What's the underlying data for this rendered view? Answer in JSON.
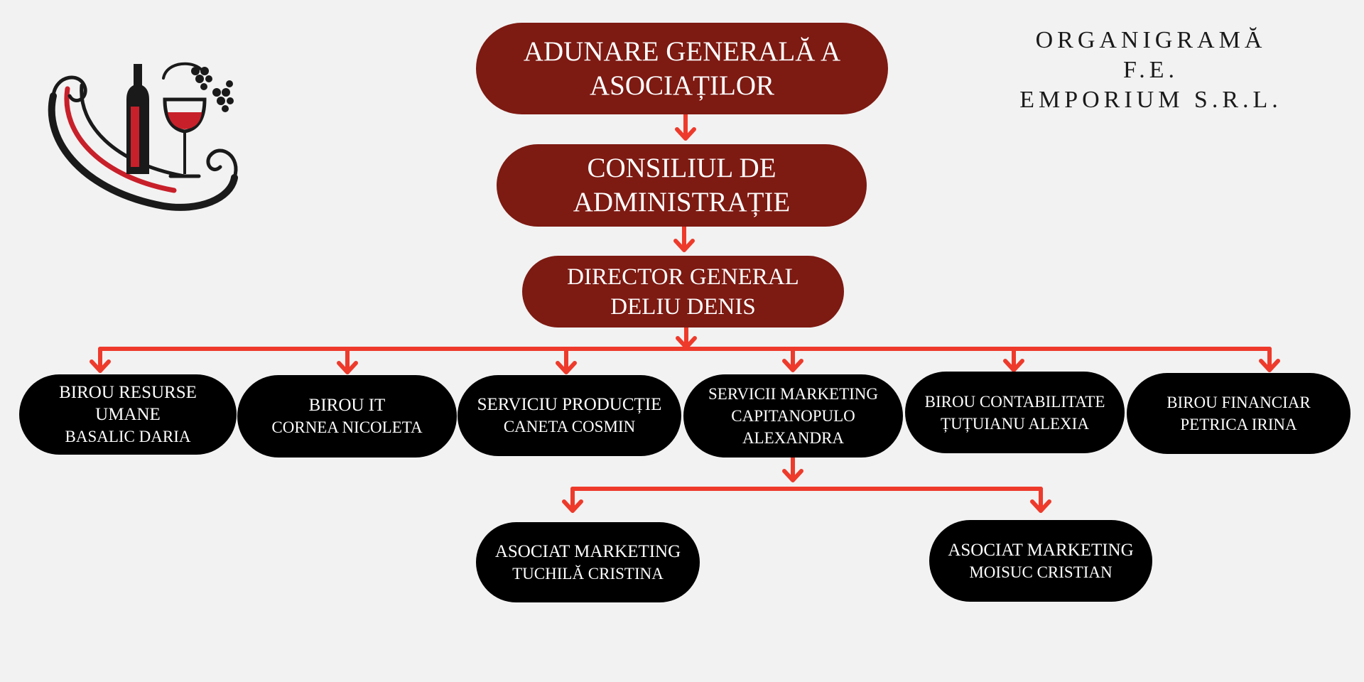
{
  "title": {
    "line1": "ORGANIGRAMĂ",
    "line2": "F.E.",
    "line3": "EMPORIUM S.R.L."
  },
  "logo": {
    "icon": "wine-bottle-glass-grapes-logo"
  },
  "colors": {
    "background": "#f2f2f2",
    "top_node": "#7d1a12",
    "dept_node": "#000000",
    "connector": "#ee3a2b",
    "node_text": "#ffffff"
  },
  "nodes": {
    "adunare": {
      "line1": "ADUNARE GENERALĂ A",
      "line2": "ASOCIAȚILOR"
    },
    "consiliu": {
      "line1": "CONSILIUL DE",
      "line2": "ADMINISTRAȚIE"
    },
    "director": {
      "line1": "DIRECTOR GENERAL",
      "line2": "DELIU DENIS"
    },
    "hr": {
      "line1": "BIROU RESURSE",
      "line1b": "UMANE",
      "line2": "BASALIC DARIA"
    },
    "it": {
      "line1": "BIROU IT",
      "line2": "CORNEA NICOLETA"
    },
    "productie": {
      "line1": "SERVICIU PRODUCȚIE",
      "line2": "CANETA COSMIN"
    },
    "marketing": {
      "line1": "SERVICII MARKETING",
      "line2": "CAPITANOPULO",
      "line3": "ALEXANDRA"
    },
    "contabilitate": {
      "line1": "BIROU CONTABILITATE",
      "line2": "ȚUȚUIANU ALEXIA"
    },
    "financiar": {
      "line1": "BIROU FINANCIAR",
      "line2": "PETRICA IRINA"
    },
    "asociat1": {
      "line1": "ASOCIAT MARKETING",
      "line2": "TUCHILĂ CRISTINA"
    },
    "asociat2": {
      "line1": "ASOCIAT MARKETING",
      "line2": "MOISUC CRISTIAN"
    }
  }
}
